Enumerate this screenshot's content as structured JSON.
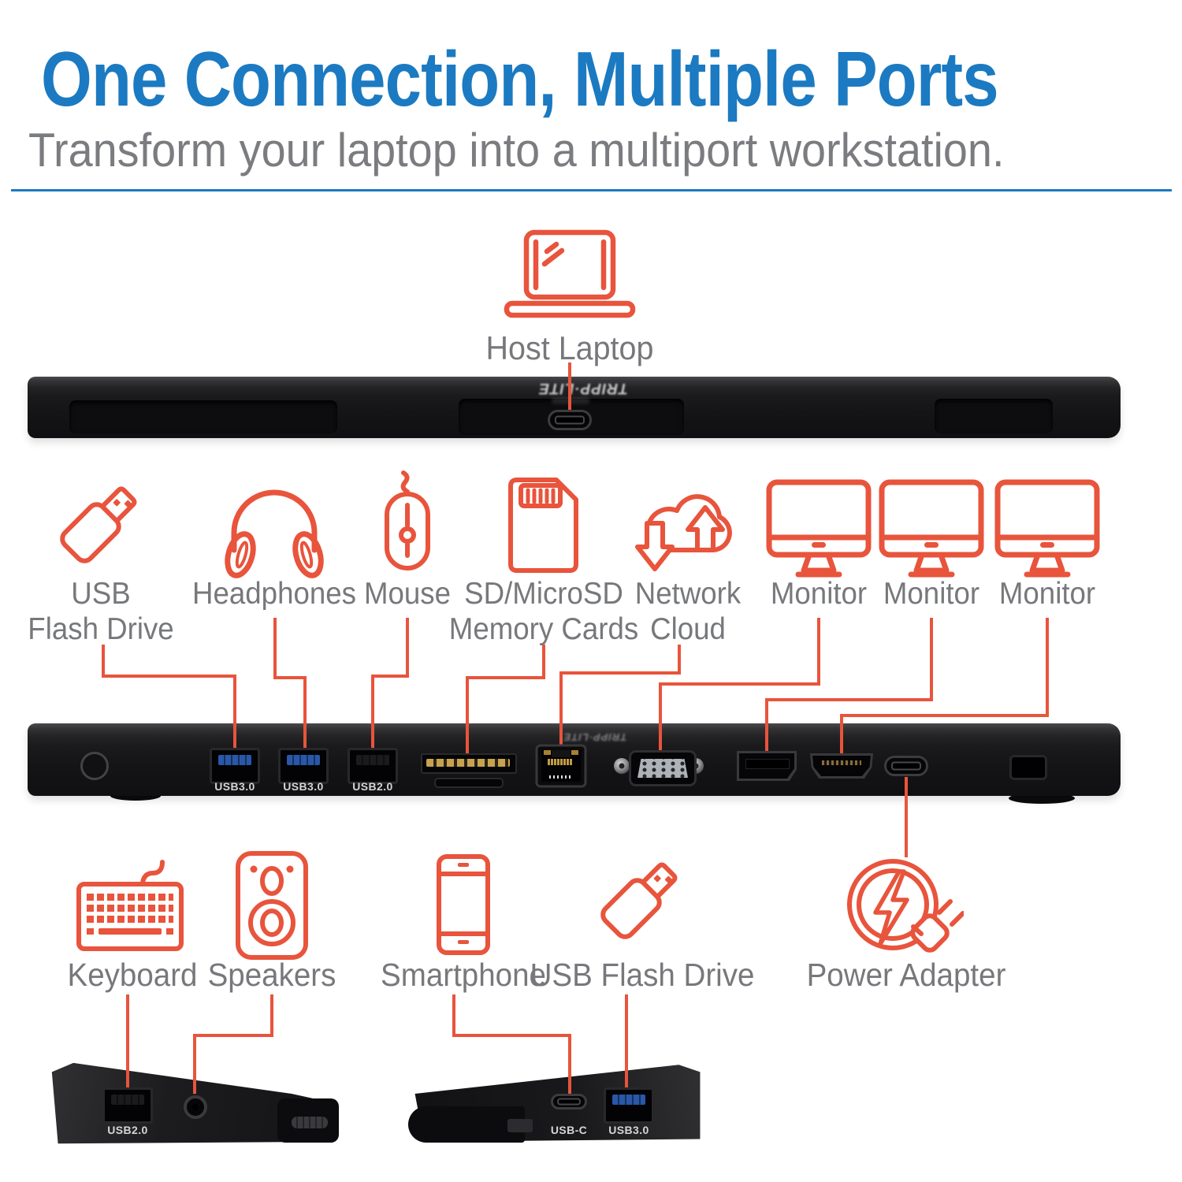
{
  "header": {
    "title": "One Connection, Multiple Ports",
    "subtitle": "Transform your laptop into a multiport workstation."
  },
  "colors": {
    "accent_orange": "#E8543C",
    "title_blue": "#1B7AC1",
    "label_gray": "#77787B",
    "usb3_port_blue": "#2A57A8"
  },
  "brand": {
    "logo_text": "TRIPP·LITE"
  },
  "host": {
    "label": "Host Laptop"
  },
  "top_devices": [
    {
      "name": "usb-flash-drive",
      "lines": [
        "USB",
        "Flash Drive"
      ]
    },
    {
      "name": "headphones",
      "lines": [
        "Headphones"
      ]
    },
    {
      "name": "mouse",
      "lines": [
        "Mouse"
      ]
    },
    {
      "name": "sd-microsd-memory-cards",
      "lines": [
        "SD/MicroSD",
        "Memory Cards"
      ]
    },
    {
      "name": "network-cloud",
      "lines": [
        "Network",
        "Cloud"
      ]
    },
    {
      "name": "monitor-1",
      "lines": [
        "Monitor"
      ]
    },
    {
      "name": "monitor-2",
      "lines": [
        "Monitor"
      ]
    },
    {
      "name": "monitor-3",
      "lines": [
        "Monitor"
      ]
    }
  ],
  "bottom_devices": [
    {
      "name": "keyboard",
      "label": "Keyboard"
    },
    {
      "name": "speakers",
      "label": "Speakers"
    },
    {
      "name": "smartphone",
      "label": "Smartphone"
    },
    {
      "name": "usb-flash-drive",
      "label": "USB Flash Drive"
    },
    {
      "name": "power-adapter",
      "label": "Power Adapter"
    }
  ],
  "rear_dock": {
    "port_labels": [
      "USB3.0",
      "USB3.0",
      "USB2.0"
    ]
  },
  "side_docks": {
    "left_port_label": "USB2.0",
    "right_port_labels": [
      "USB-C",
      "USB3.0"
    ]
  }
}
